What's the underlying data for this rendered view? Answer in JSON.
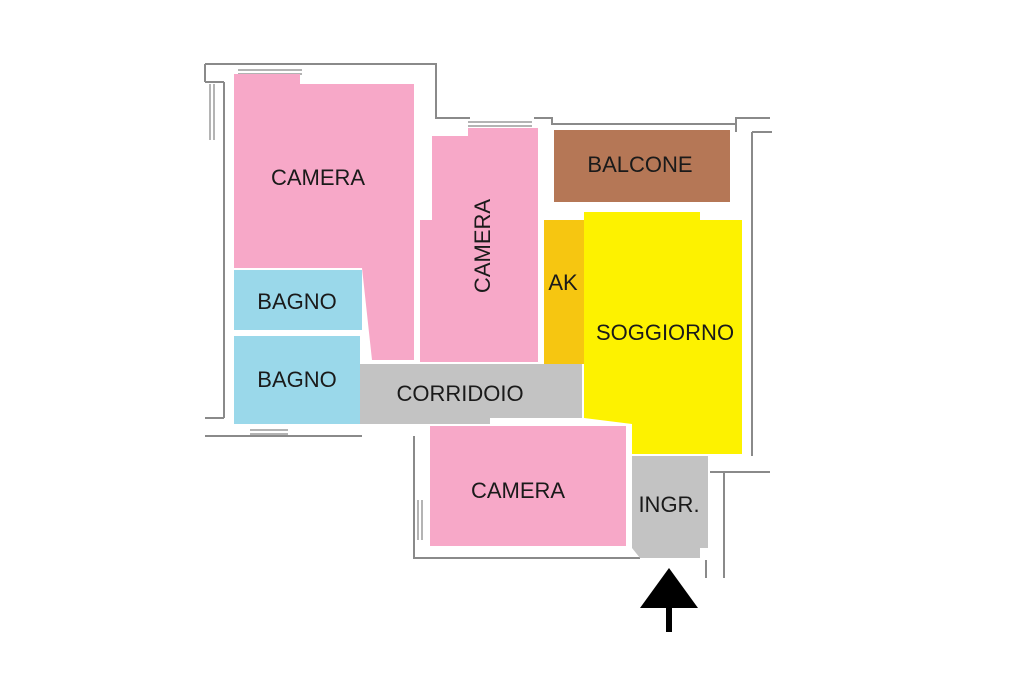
{
  "rooms": {
    "camera_1": {
      "label": "CAMERA",
      "color": "#f7a8c8"
    },
    "camera_2": {
      "label": "CAMERA",
      "color": "#f7a8c8"
    },
    "camera_3": {
      "label": "CAMERA",
      "color": "#f7a8c8"
    },
    "bagno_1": {
      "label": "BAGNO",
      "color": "#9ad8ea"
    },
    "bagno_2": {
      "label": "BAGNO",
      "color": "#9ad8ea"
    },
    "balcone": {
      "label": "BALCONE",
      "color": "#b57756"
    },
    "ak": {
      "label": "AK",
      "color": "#f6c611"
    },
    "soggiorno": {
      "label": "SOGGIORNO",
      "color": "#fdf200"
    },
    "corridoio": {
      "label": "CORRIDOIO",
      "color": "#c3c3c3"
    },
    "ingresso": {
      "label": "INGR.",
      "color": "#c3c3c3"
    }
  },
  "walls_color": "#8a8a8a",
  "entrance_arrow_icon": "up-arrow-icon"
}
